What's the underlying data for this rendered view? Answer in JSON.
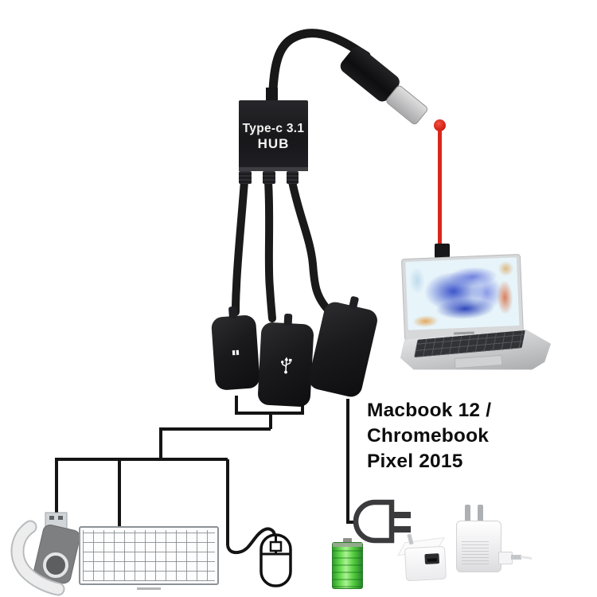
{
  "hub": {
    "label_line1": "Type-c 3.1",
    "label_line2": "HUB"
  },
  "caption": {
    "line1": "Macbook 12 / Chromebook",
    "line2": "Pixel 2015"
  },
  "icons": {
    "usb_c_plug": "usb-c-plug",
    "micro_usb_port": "micro-usb-icon",
    "usb_a_port": "usb-trident-icon",
    "power_plug": "power-plug-icon",
    "battery": "battery-icon",
    "flash_drive": "usb-flash-drive-icon",
    "keyboard": "keyboard-icon",
    "mouse": "mouse-icon",
    "laptop": "laptop-image",
    "cube_charger": "usb-cube-charger-icon",
    "wall_charger": "wall-charger-icon"
  },
  "colors": {
    "accent_red": "#d8281b",
    "battery_green": "#5bd143",
    "device_black": "#1a1a1d",
    "background": "#ffffff"
  }
}
